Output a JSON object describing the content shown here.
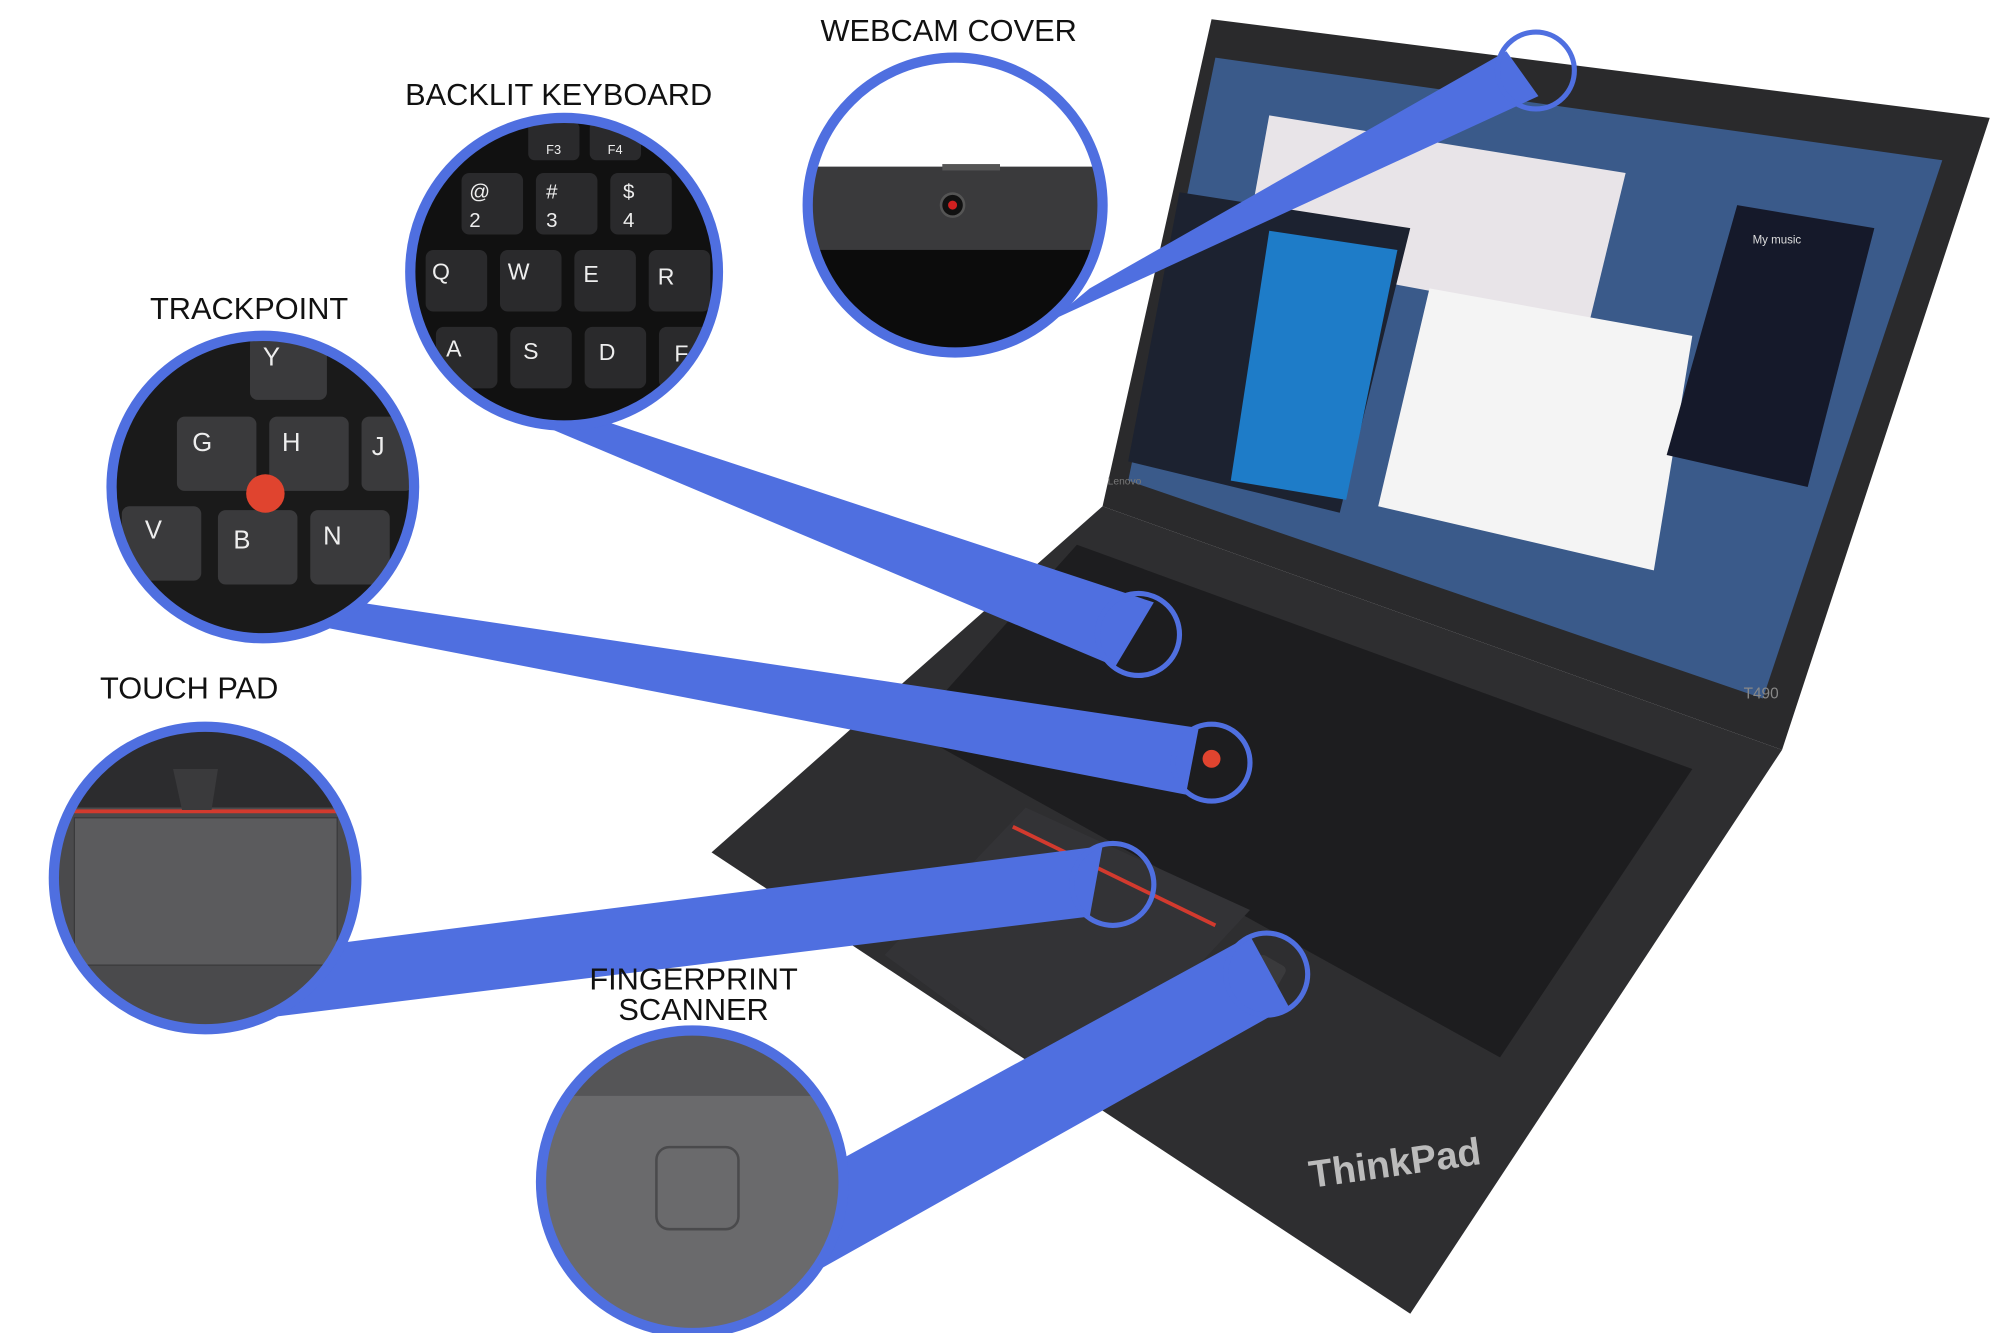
{
  "callouts": {
    "webcam": {
      "label": "WEBCAM COVER"
    },
    "keyboard": {
      "label": "BACKLIT KEYBOARD",
      "keys": [
        "F3",
        "F4",
        "@",
        "2",
        "#",
        "3",
        "$",
        "4",
        "Q",
        "W",
        "E",
        "R",
        "A",
        "S",
        "D",
        "F"
      ]
    },
    "trackpoint": {
      "label": "TRACKPOINT",
      "keys": [
        "Y",
        "G",
        "H",
        "J",
        "V",
        "B",
        "N"
      ]
    },
    "touchpad": {
      "label": "TOUCH PAD"
    },
    "fingerprint": {
      "label_line1": "FINGERPRINT",
      "label_line2": "SCANNER"
    }
  },
  "laptop": {
    "brand": "ThinkPad",
    "model": "T490",
    "bezel_logo": "Lenovo",
    "screen_app": "My music"
  },
  "colors": {
    "accent": "#4f6fe0",
    "chassis": "#2b2b2d",
    "trackpoint": "#e0442f"
  }
}
